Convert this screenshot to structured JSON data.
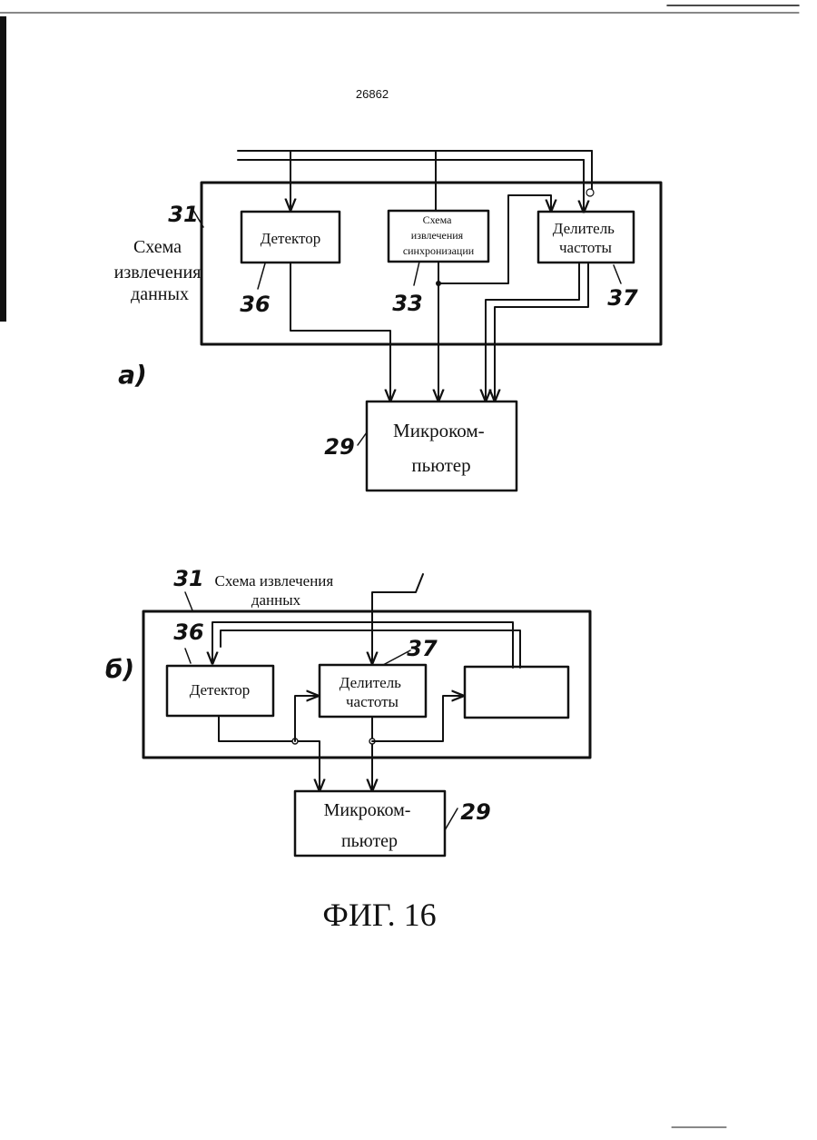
{
  "page_number": "26862",
  "figure_caption": "ФИГ. 16",
  "diagram_a": {
    "label": "a)",
    "block_label_lines": [
      "Схема",
      "извлечения",
      "данных"
    ],
    "ref_block": "31",
    "detector": {
      "label": "Детектор",
      "ref": "36"
    },
    "sync": {
      "label_lines": [
        "Схема",
        "извлечения",
        "синхронизации"
      ],
      "ref": "33"
    },
    "divider": {
      "label_lines": [
        "Делитель",
        "частоты"
      ],
      "ref": "37"
    },
    "micro": {
      "label_lines": [
        "Микроком-",
        "пьютер"
      ],
      "ref": "29"
    }
  },
  "diagram_b": {
    "label": "б)",
    "ref_block": "31",
    "block_label_lines": [
      "Схема извлечения",
      "данных"
    ],
    "detector": {
      "label": "Детектор",
      "ref": "36"
    },
    "divider": {
      "label_lines": [
        "Делитель",
        "частоты"
      ],
      "ref": "37"
    },
    "micro": {
      "label_lines": [
        "Микроком-",
        "пьютер"
      ],
      "ref": "29"
    }
  }
}
